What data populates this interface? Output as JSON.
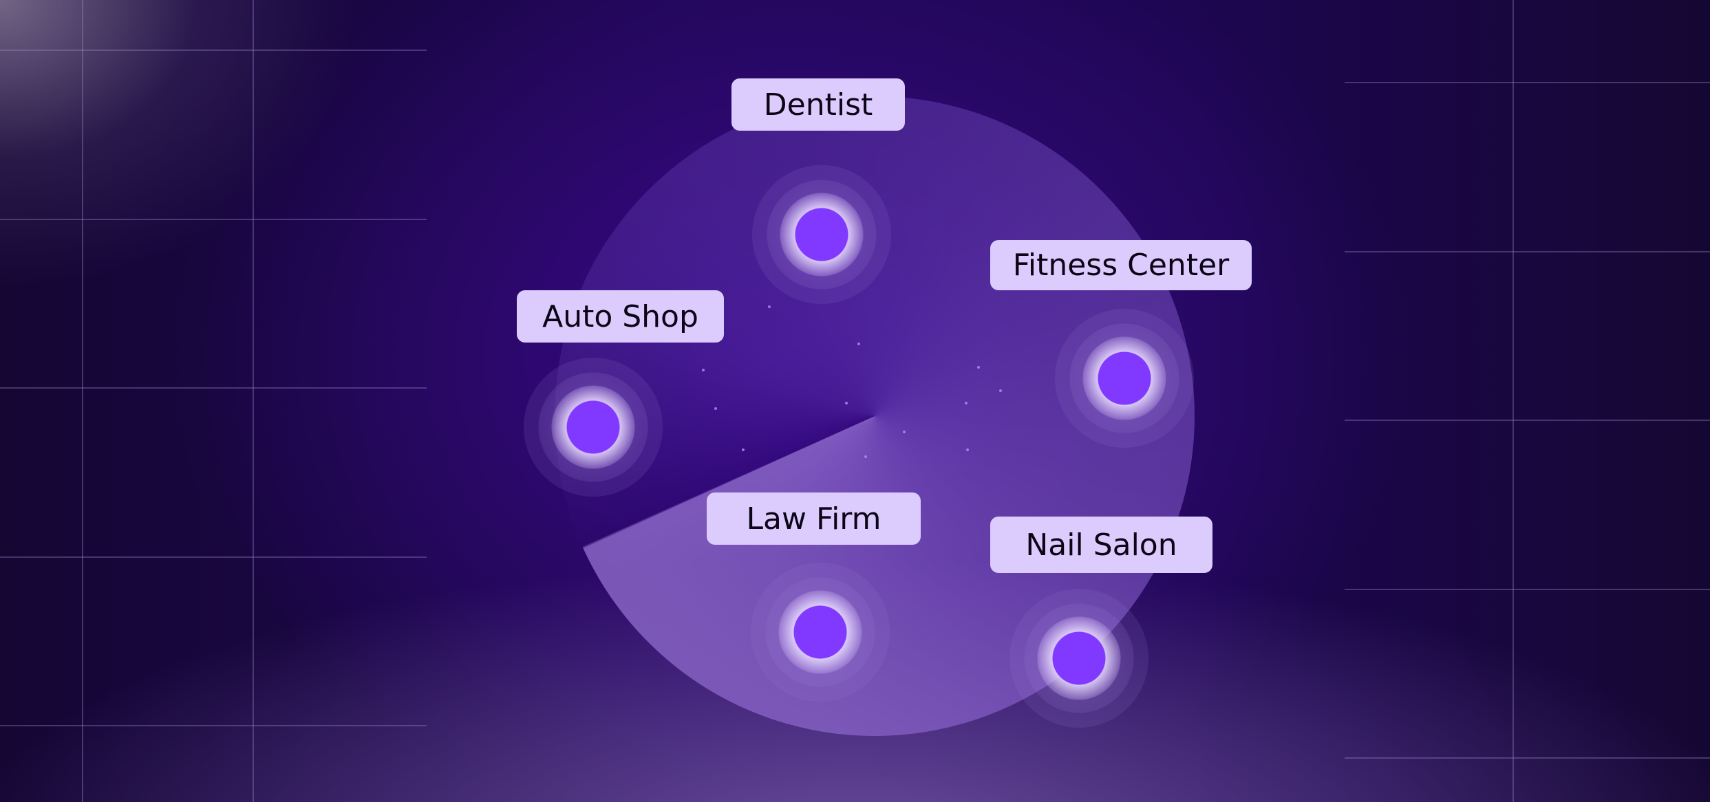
{
  "colors": {
    "label_bg": "#dccbfd",
    "dot": "#8138ff",
    "background": "#1d0650"
  },
  "nodes": [
    {
      "label": "Dentist"
    },
    {
      "label": "Fitness Center"
    },
    {
      "label": "Auto Shop"
    },
    {
      "label": "Law Firm"
    },
    {
      "label": "Nail Salon"
    }
  ]
}
